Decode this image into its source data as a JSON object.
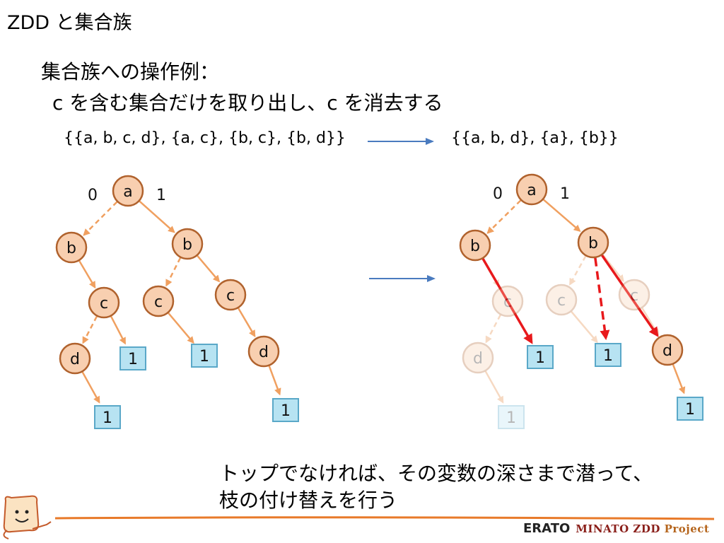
{
  "title": "ZDD と集合族",
  "heading": "集合族への操作例：",
  "subheading": "c を含む集合だけを取り出し、c を消去する",
  "set_before": "{{a, b, c, d}, {a, c}, {b, c}, {b, d}}",
  "set_after": "{{a, b, d}, {a}, {b}}",
  "edge_labels": {
    "zero": "0",
    "one": "1"
  },
  "left_tree": {
    "nodes": [
      {
        "id": "a",
        "label": "a",
        "kind": "var"
      },
      {
        "id": "b1",
        "label": "b",
        "kind": "var"
      },
      {
        "id": "b2",
        "label": "b",
        "kind": "var"
      },
      {
        "id": "c1",
        "label": "c",
        "kind": "var"
      },
      {
        "id": "c2",
        "label": "c",
        "kind": "var"
      },
      {
        "id": "c3",
        "label": "c",
        "kind": "var"
      },
      {
        "id": "d1",
        "label": "d",
        "kind": "var"
      },
      {
        "id": "d2",
        "label": "d",
        "kind": "var"
      },
      {
        "id": "t1",
        "label": "1",
        "kind": "terminal"
      },
      {
        "id": "t2",
        "label": "1",
        "kind": "terminal"
      },
      {
        "id": "t3",
        "label": "1",
        "kind": "terminal"
      },
      {
        "id": "t4",
        "label": "1",
        "kind": "terminal"
      }
    ],
    "edges": [
      {
        "from": "a",
        "to": "b1",
        "type": "0"
      },
      {
        "from": "a",
        "to": "b2",
        "type": "1"
      },
      {
        "from": "b1",
        "to": "c1",
        "type": "1"
      },
      {
        "from": "c1",
        "to": "d1",
        "type": "0"
      },
      {
        "from": "c1",
        "to": "t1",
        "type": "1"
      },
      {
        "from": "d1",
        "to": "t2",
        "type": "1"
      },
      {
        "from": "b2",
        "to": "c2",
        "type": "0"
      },
      {
        "from": "b2",
        "to": "c3",
        "type": "1"
      },
      {
        "from": "c2",
        "to": "t3",
        "type": "1"
      },
      {
        "from": "c3",
        "to": "d2",
        "type": "1"
      },
      {
        "from": "d2",
        "to": "t4",
        "type": "1"
      }
    ]
  },
  "right_tree": {
    "nodes": [
      {
        "id": "a",
        "label": "a",
        "kind": "var",
        "faded": false
      },
      {
        "id": "b1",
        "label": "b",
        "kind": "var",
        "faded": false
      },
      {
        "id": "b2",
        "label": "b",
        "kind": "var",
        "faded": false
      },
      {
        "id": "c1",
        "label": "c",
        "kind": "var",
        "faded": true
      },
      {
        "id": "c2",
        "label": "c",
        "kind": "var",
        "faded": true
      },
      {
        "id": "c3",
        "label": "c",
        "kind": "var",
        "faded": true
      },
      {
        "id": "d1",
        "label": "d",
        "kind": "var",
        "faded": true
      },
      {
        "id": "d2",
        "label": "d",
        "kind": "var",
        "faded": false
      },
      {
        "id": "t1",
        "label": "1",
        "kind": "terminal",
        "faded": false
      },
      {
        "id": "t2",
        "label": "1",
        "kind": "terminal",
        "faded": true
      },
      {
        "id": "t3",
        "label": "1",
        "kind": "terminal",
        "faded": false
      },
      {
        "id": "t4",
        "label": "1",
        "kind": "terminal",
        "faded": false
      }
    ],
    "edges": [
      {
        "from": "a",
        "to": "b1",
        "type": "0",
        "style": "normal"
      },
      {
        "from": "a",
        "to": "b2",
        "type": "1",
        "style": "normal"
      },
      {
        "from": "b1",
        "to": "c1",
        "type": "1",
        "style": "faded"
      },
      {
        "from": "c1",
        "to": "d1",
        "type": "0",
        "style": "faded"
      },
      {
        "from": "c1",
        "to": "t1",
        "type": "1",
        "style": "faded"
      },
      {
        "from": "d1",
        "to": "t2",
        "type": "1",
        "style": "faded"
      },
      {
        "from": "b2",
        "to": "c2",
        "type": "0",
        "style": "faded"
      },
      {
        "from": "b2",
        "to": "c3",
        "type": "1",
        "style": "faded"
      },
      {
        "from": "c2",
        "to": "t3",
        "type": "1",
        "style": "faded"
      },
      {
        "from": "c3",
        "to": "d2",
        "type": "1",
        "style": "faded"
      },
      {
        "from": "d2",
        "to": "t4",
        "type": "1",
        "style": "normal"
      },
      {
        "from": "b1",
        "to": "t1",
        "type": "1",
        "style": "new"
      },
      {
        "from": "b2",
        "to": "t3",
        "type": "0",
        "style": "new"
      },
      {
        "from": "b2",
        "to": "d2",
        "type": "1",
        "style": "new"
      }
    ]
  },
  "note_line1": "トップでなければ、その変数の深さまで潜って、",
  "note_line2": "枝の付け替えを行う",
  "footer": {
    "erato": "ERATO",
    "minato": "MINATO ZDD",
    "project": "Project"
  },
  "colors": {
    "node_fill": "#f8cfb0",
    "node_stroke": "#b0622d",
    "edge": "#f0a060",
    "terminal_fill": "#b7e3f2",
    "terminal_stroke": "#5aa8c8",
    "arrow": "#4a7bbf",
    "new_edge": "#e8191c",
    "footer_line": "#e87a2a"
  }
}
